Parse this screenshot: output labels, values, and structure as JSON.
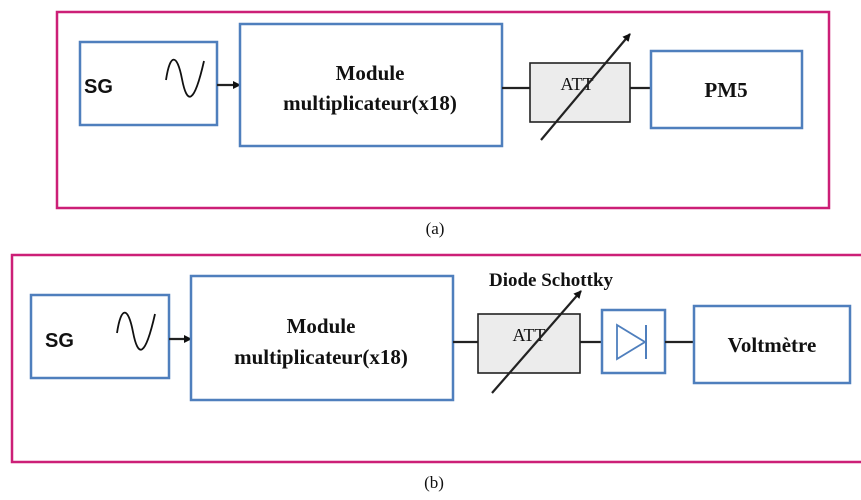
{
  "diagram_a": {
    "caption": "(a)",
    "sg_label": "SG",
    "module_line1": "Module",
    "module_line2": "multiplicateur(x18)",
    "att_label": "ATT",
    "meter_label": "PM5"
  },
  "diagram_b": {
    "caption": "(b)",
    "sg_label": "SG",
    "module_line1": "Module",
    "module_line2": "multiplicateur(x18)",
    "att_label": "ATT",
    "diode_title": "Diode Schottky",
    "meter_label": "Voltmètre"
  },
  "colors": {
    "frame": "#cc1f77",
    "block_border": "#4f7fbd",
    "attenuator_fill": "#ececec"
  }
}
